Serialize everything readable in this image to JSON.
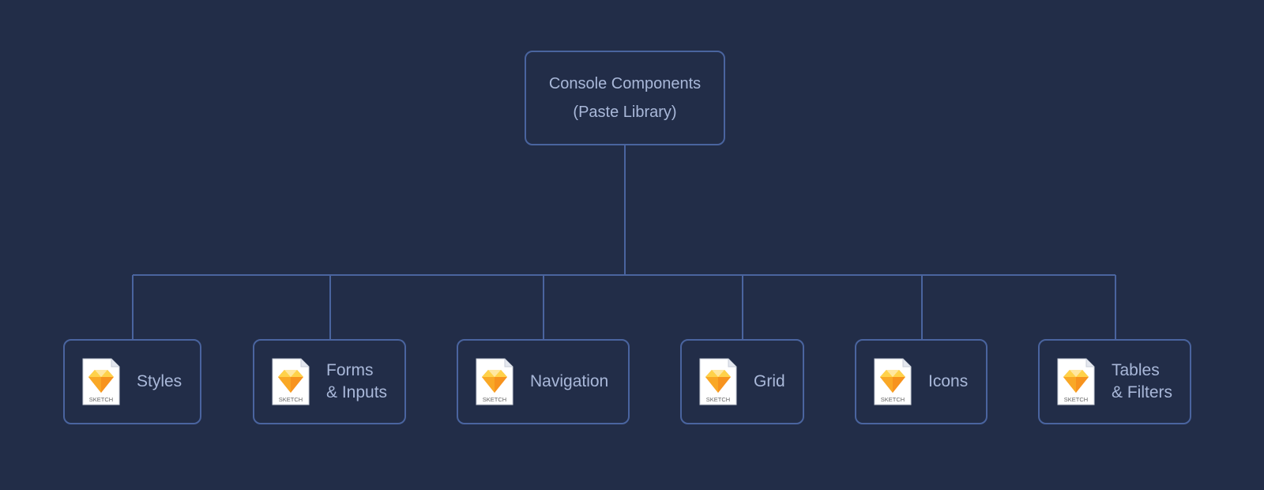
{
  "diagram": {
    "root": {
      "line1": "Console Components",
      "line2": "(Paste Library)"
    },
    "children": [
      {
        "id": "styles",
        "line1": "Styles",
        "line2": "",
        "icon": "sketch-file-icon"
      },
      {
        "id": "forms-inputs",
        "line1": "Forms",
        "line2": "& Inputs",
        "icon": "sketch-file-icon"
      },
      {
        "id": "navigation",
        "line1": "Navigation",
        "line2": "",
        "icon": "sketch-file-icon"
      },
      {
        "id": "grid",
        "line1": "Grid",
        "line2": "",
        "icon": "sketch-file-icon"
      },
      {
        "id": "icons",
        "line1": "Icons",
        "line2": "",
        "icon": "sketch-file-icon"
      },
      {
        "id": "tables-filters",
        "line1": "Tables",
        "line2": "& Filters",
        "icon": "sketch-file-icon"
      }
    ],
    "icon_caption": "SKETCH",
    "colors": {
      "background": "#222d48",
      "border": "#4a649f",
      "text": "#a9b8d9",
      "gem_light": "#ffd24a",
      "gem_dark": "#f7931e"
    }
  }
}
